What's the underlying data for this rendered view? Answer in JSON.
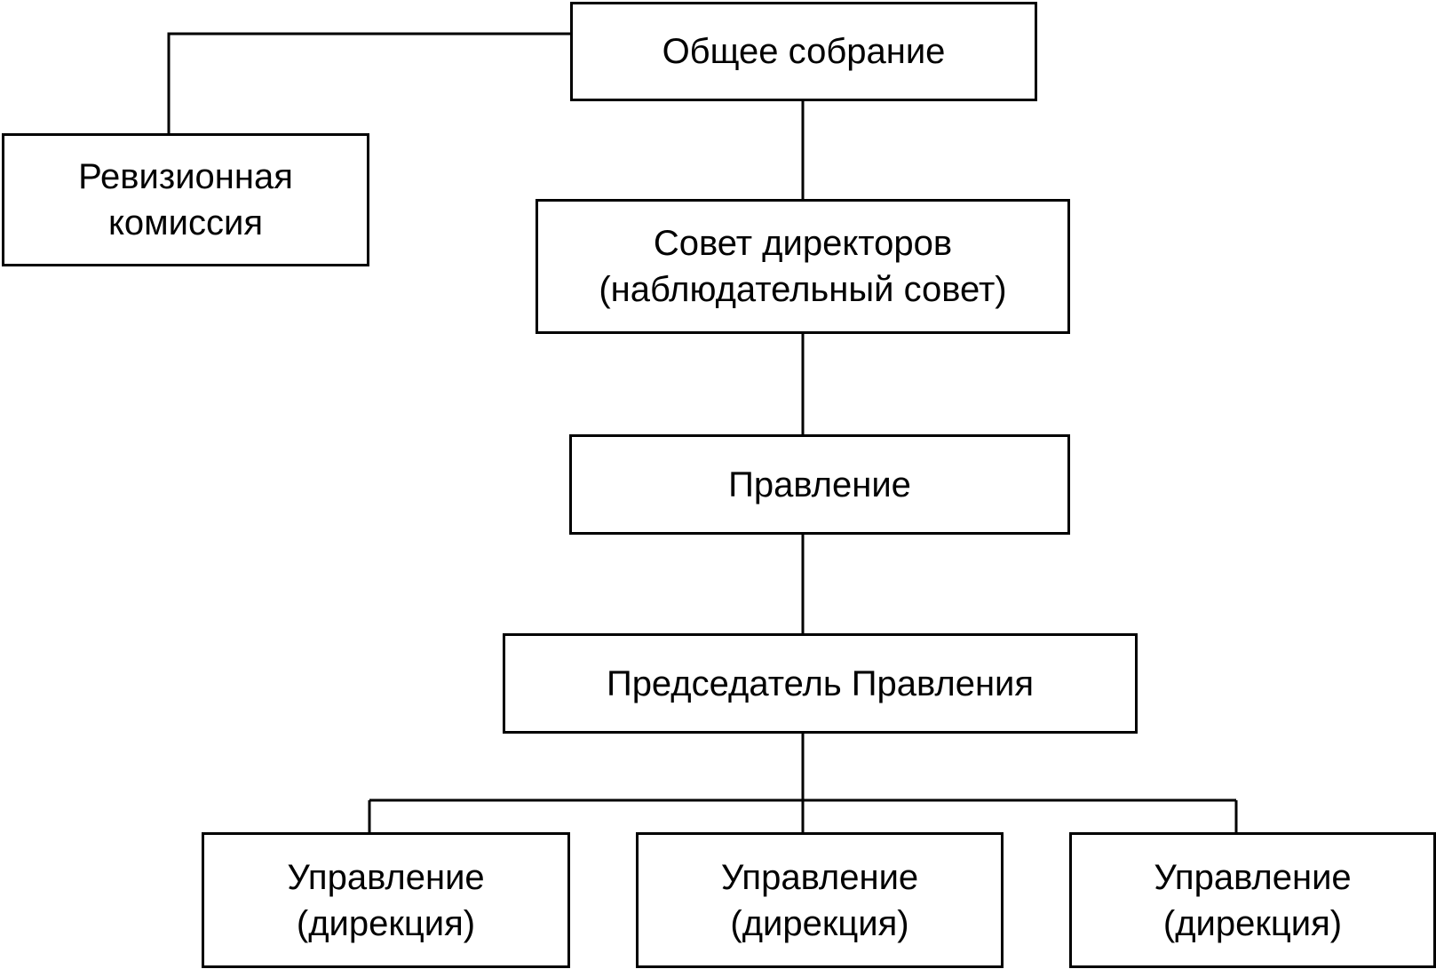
{
  "diagram": {
    "nodes": {
      "general_meeting": {
        "lines": [
          "Общее собрание"
        ]
      },
      "audit_commission": {
        "lines": [
          "Ревизионная",
          "комиссия"
        ]
      },
      "board_of_directors": {
        "lines": [
          "Совет директоров",
          "(наблюдательный совет)"
        ]
      },
      "management_board": {
        "lines": [
          "Правление"
        ]
      },
      "board_chairman": {
        "lines": [
          "Председатель Правления"
        ]
      },
      "departments": [
        {
          "lines": [
            "Управление",
            "(дирекция)"
          ]
        },
        {
          "lines": [
            "Управление",
            "(дирекция)"
          ]
        },
        {
          "lines": [
            "Управление",
            "(дирекция)"
          ]
        }
      ]
    },
    "edges": [
      {
        "from": "general_meeting",
        "to": "audit_commission"
      },
      {
        "from": "general_meeting",
        "to": "board_of_directors"
      },
      {
        "from": "board_of_directors",
        "to": "management_board"
      },
      {
        "from": "management_board",
        "to": "board_chairman"
      },
      {
        "from": "board_chairman",
        "to": "departments.0"
      },
      {
        "from": "board_chairman",
        "to": "departments.1"
      },
      {
        "from": "board_chairman",
        "to": "departments.2"
      }
    ]
  }
}
